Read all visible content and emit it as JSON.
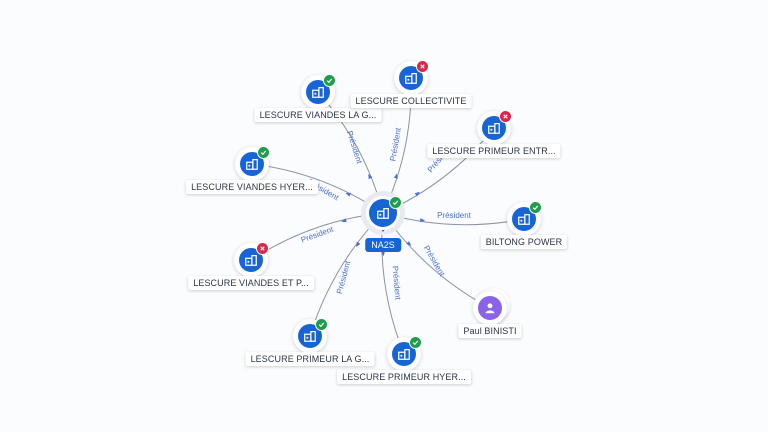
{
  "colors": {
    "accent": "#1765d4",
    "active_badge": "#1f9d4c",
    "closed_badge": "#d6294a",
    "person": "#8a63e8",
    "edge_label": "#4b6fd8"
  },
  "center": {
    "name": "NA2S",
    "status": "active",
    "icon": "building-icon"
  },
  "nodes": [
    {
      "id": "lescure-viandes-la-g",
      "name": "LESCURE VIANDES LA G...",
      "status": "active",
      "icon": "building-icon",
      "edge_label": "Président"
    },
    {
      "id": "lescure-collectivite",
      "name": "LESCURE COLLECTIVITE",
      "status": "closed",
      "icon": "building-icon",
      "edge_label": "Président"
    },
    {
      "id": "lescure-primeur-entr",
      "name": "LESCURE PRIMEUR ENTR...",
      "status": "closed",
      "icon": "building-icon",
      "edge_label": "Président"
    },
    {
      "id": "lescure-viandes-hyer",
      "name": "LESCURE VIANDES HYER...",
      "status": "active",
      "icon": "building-icon",
      "edge_label": "Président"
    },
    {
      "id": "biltong-power",
      "name": "BILTONG POWER",
      "status": "active",
      "icon": "building-icon",
      "edge_label": "Président"
    },
    {
      "id": "lescure-viandes-et-p",
      "name": "LESCURE VIANDES ET P...",
      "status": "closed",
      "icon": "building-icon",
      "edge_label": "Président"
    },
    {
      "id": "paul-binisti",
      "name": "Paul BINISTI",
      "status": "none",
      "icon": "person-icon",
      "edge_label": "Président"
    },
    {
      "id": "lescure-primeur-la-g",
      "name": "LESCURE PRIMEUR LA G...",
      "status": "active",
      "icon": "building-icon",
      "edge_label": "Président"
    },
    {
      "id": "lescure-primeur-hyer",
      "name": "LESCURE PRIMEUR HYER...",
      "status": "active",
      "icon": "building-icon",
      "edge_label": "Président"
    }
  ]
}
